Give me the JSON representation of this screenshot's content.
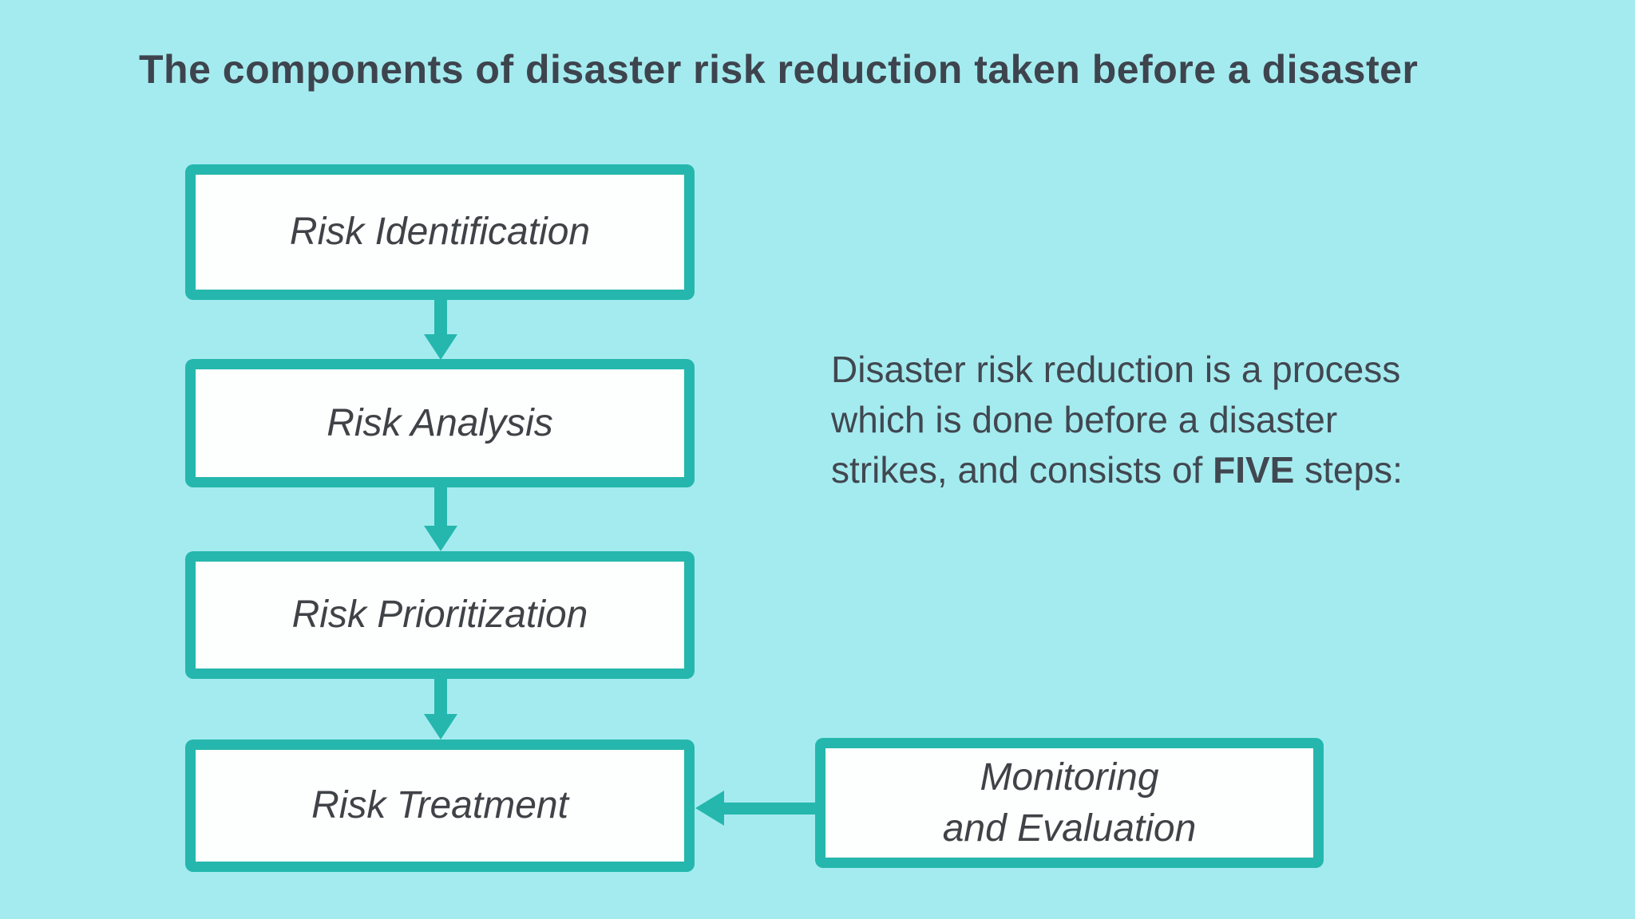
{
  "title": "The components of disaster risk reduction taken before a disaster",
  "flow_boxes": [
    {
      "label": "Risk Identification"
    },
    {
      "label": "Risk Analysis"
    },
    {
      "label": "Risk Prioritization"
    },
    {
      "label": "Risk Treatment"
    }
  ],
  "side_box": {
    "line1": "Monitoring",
    "line2": "and Evaluation"
  },
  "description": {
    "line1": "Disaster risk reduction is a process",
    "line2": "which is done before a disaster",
    "line3_pre": "strikes, and consists of ",
    "line3_bold": "FIVE",
    "line3_post": " steps:"
  },
  "icons": {
    "down_arrow": "arrow pointing down connector",
    "left_arrow": "arrow pointing left connector"
  },
  "colors": {
    "background": "#a4ebef",
    "accent_teal": "#25b7ad",
    "box_fill": "#fdfefe",
    "text_dark": "#3e444e"
  }
}
